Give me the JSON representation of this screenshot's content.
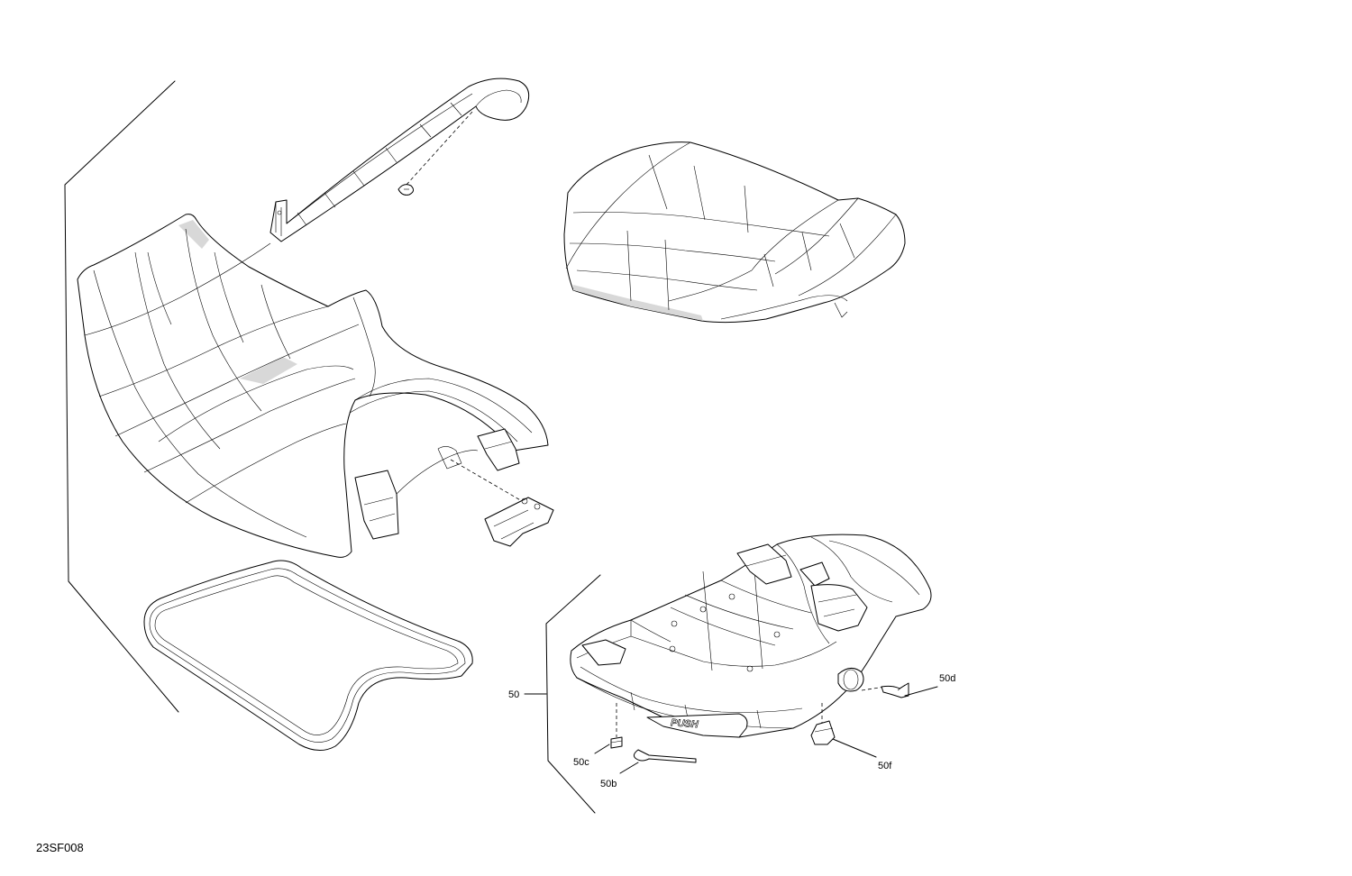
{
  "figure_code": "23SF008",
  "callouts": {
    "c50": "50",
    "c50b": "50b",
    "c50c": "50c",
    "c50d": "50d",
    "c50f": "50f"
  },
  "embossed_text": "PUSH"
}
